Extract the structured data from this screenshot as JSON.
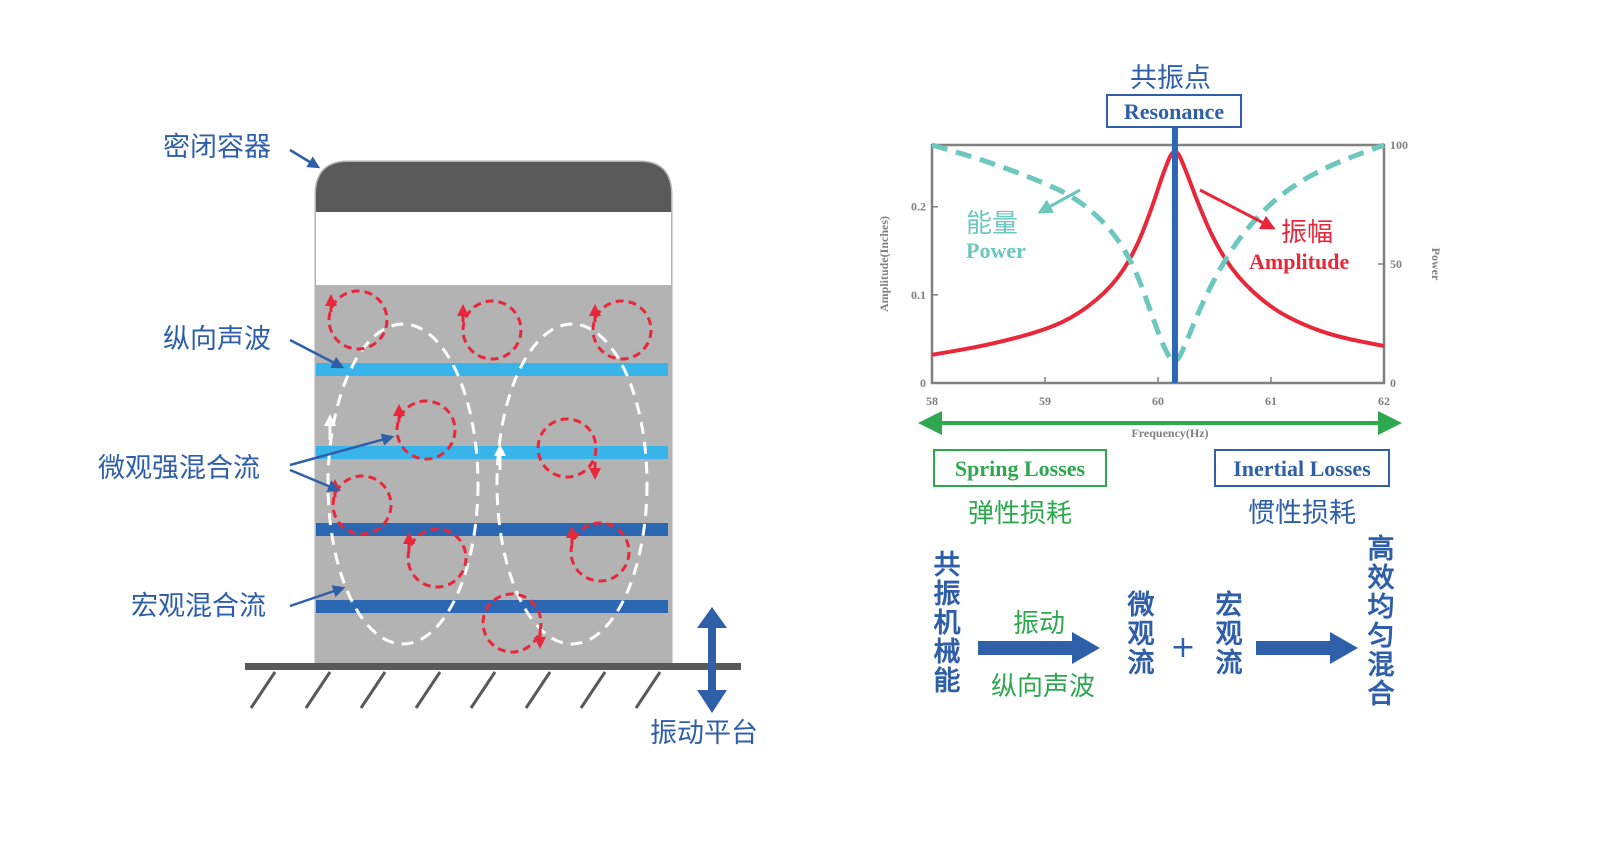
{
  "container_labels": {
    "sealed_container": "密闭容器",
    "longitudinal_wave": "纵向声波",
    "micro_mixing": "微观强混合流",
    "macro_mixing": "宏观混合流",
    "vibration_platform": "振动平台"
  },
  "chart": {
    "resonance_cn": "共振点",
    "resonance_en": "Resonance",
    "energy_cn": "能量",
    "energy_en": "Power",
    "amplitude_cn": "振幅",
    "amplitude_en": "Amplitude",
    "xlabel": "Frequency(Hz)",
    "ylabel_left": "Amplitude(Inches)",
    "ylabel_right": "Power",
    "spring_losses_en": "Spring Losses",
    "spring_losses_cn": "弹性损耗",
    "inertial_losses_en": "Inertial Losses",
    "inertial_losses_cn": "惯性损耗"
  },
  "chart_data": {
    "type": "line",
    "x_ticks": [
      "58",
      "59",
      "60",
      "61",
      "62"
    ],
    "y_left_ticks": [
      "0",
      "0.1",
      "0.2"
    ],
    "y_right_ticks": [
      "0",
      "50",
      "100"
    ],
    "xlim": [
      58,
      62
    ],
    "ylim_left": [
      0,
      0.27
    ],
    "ylim_right": [
      0,
      100
    ],
    "resonance_x": 60.15,
    "series": [
      {
        "name": "Amplitude",
        "axis": "left",
        "color": "#e8283a",
        "x": [
          58.0,
          58.5,
          59.0,
          59.3,
          59.6,
          59.8,
          59.95,
          60.05,
          60.15,
          60.25,
          60.35,
          60.5,
          60.7,
          61.0,
          61.3,
          61.6,
          62.0
        ],
        "y": [
          0.032,
          0.043,
          0.06,
          0.078,
          0.11,
          0.15,
          0.2,
          0.24,
          0.27,
          0.24,
          0.205,
          0.16,
          0.12,
          0.085,
          0.065,
          0.052,
          0.042
        ]
      },
      {
        "name": "Power",
        "axis": "right",
        "color": "#6cc7bd",
        "x": [
          58.0,
          58.5,
          59.0,
          59.3,
          59.6,
          59.8,
          59.95,
          60.05,
          60.15,
          60.25,
          60.35,
          60.5,
          60.7,
          61.0,
          61.3,
          61.6,
          62.0
        ],
        "y": [
          100,
          93,
          84,
          77,
          64,
          48,
          28,
          15,
          7,
          17,
          29,
          44,
          60,
          76,
          86,
          93,
          100
        ]
      }
    ]
  },
  "process": {
    "resonance_machine": "共振机械能",
    "vibration": "振动",
    "longitudinal_wave": "纵向声波",
    "micro_flow": "微观流",
    "plus": "+",
    "macro_flow": "宏观流",
    "result": "高效均匀混合"
  },
  "colors": {
    "label_blue": "#2f5fa8",
    "light_bar": "#38b4ea",
    "dark_bar": "#2b67b2",
    "swirl_red": "#e8283a",
    "power_teal": "#6cc7bd",
    "loss_green": "#2ea84f",
    "container_gray": "#b3b3b3",
    "lid_dark": "#5a5a5a"
  }
}
